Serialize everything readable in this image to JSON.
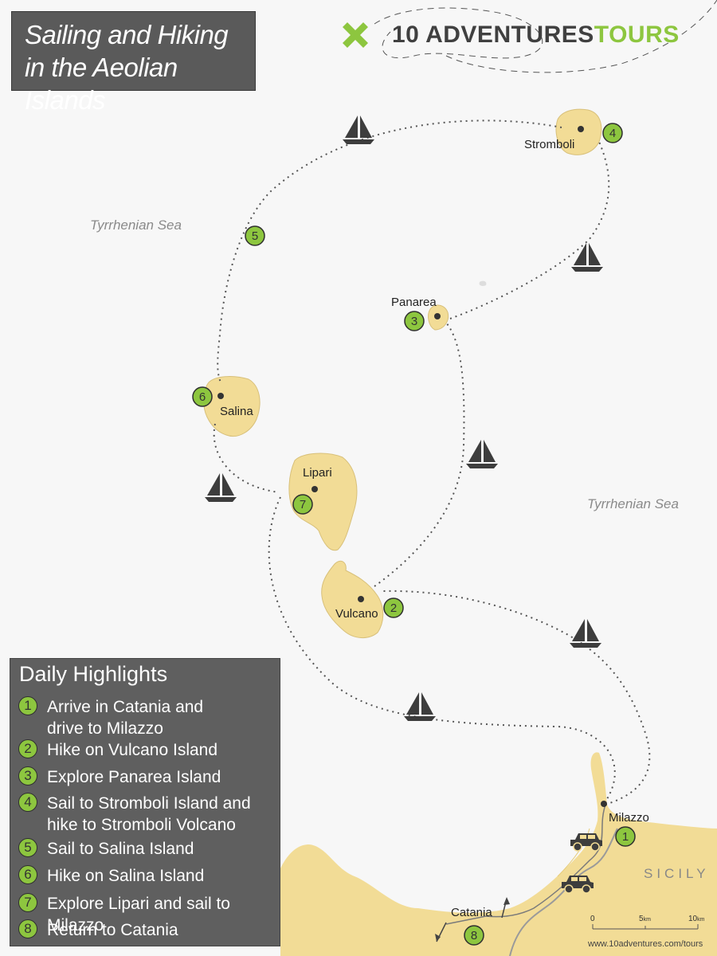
{
  "title": {
    "line1": "Sailing and Hiking",
    "line2": "in the Aeolian Islands"
  },
  "brand": {
    "part1": "10 ADVENTURES",
    "part2": "TOURS",
    "accent": "#8dc63f",
    "icon": "x-logo-icon"
  },
  "seas": [
    "Tyrrhenian Sea",
    "Tyrrhenian Sea"
  ],
  "region": "SICILY",
  "islands": {
    "stromboli": "Stromboli",
    "panarea": "Panarea",
    "salina": "Salina",
    "lipari": "Lipari",
    "vulcano": "Vulcano",
    "milazzo": "Milazzo",
    "catania": "Catania"
  },
  "markers": [
    "1",
    "2",
    "3",
    "4",
    "5",
    "6",
    "7",
    "8"
  ],
  "legend": {
    "title": "Daily Highlights",
    "items": [
      {
        "num": "1",
        "lines": [
          "Arrive in Catania and",
          "drive to Milazzo"
        ]
      },
      {
        "num": "2",
        "lines": [
          "Hike on Vulcano Island"
        ]
      },
      {
        "num": "3",
        "lines": [
          "Explore Panarea Island"
        ]
      },
      {
        "num": "4",
        "lines": [
          "Sail to Stromboli Island and",
          "hike to Stromboli Volcano"
        ]
      },
      {
        "num": "5",
        "lines": [
          "Sail to Salina Island"
        ]
      },
      {
        "num": "6",
        "lines": [
          "Hike on Salina Island"
        ]
      },
      {
        "num": "7",
        "lines": [
          "Explore Lipari and sail to Milazzo"
        ]
      },
      {
        "num": "8",
        "lines": [
          "Return to Catania"
        ]
      }
    ]
  },
  "scale": {
    "l0": "0",
    "l5": "5",
    "l5u": "km",
    "l10": "10",
    "l10u": "km"
  },
  "url": "www.10adventures.com/tours",
  "colors": {
    "land": "#f2dc96",
    "route": "#555555",
    "marker": "#8dc63f",
    "panel": "#5f5f5f",
    "sea": "#f7f7f7"
  },
  "icons": [
    "sailboat-icon",
    "car-icon"
  ]
}
